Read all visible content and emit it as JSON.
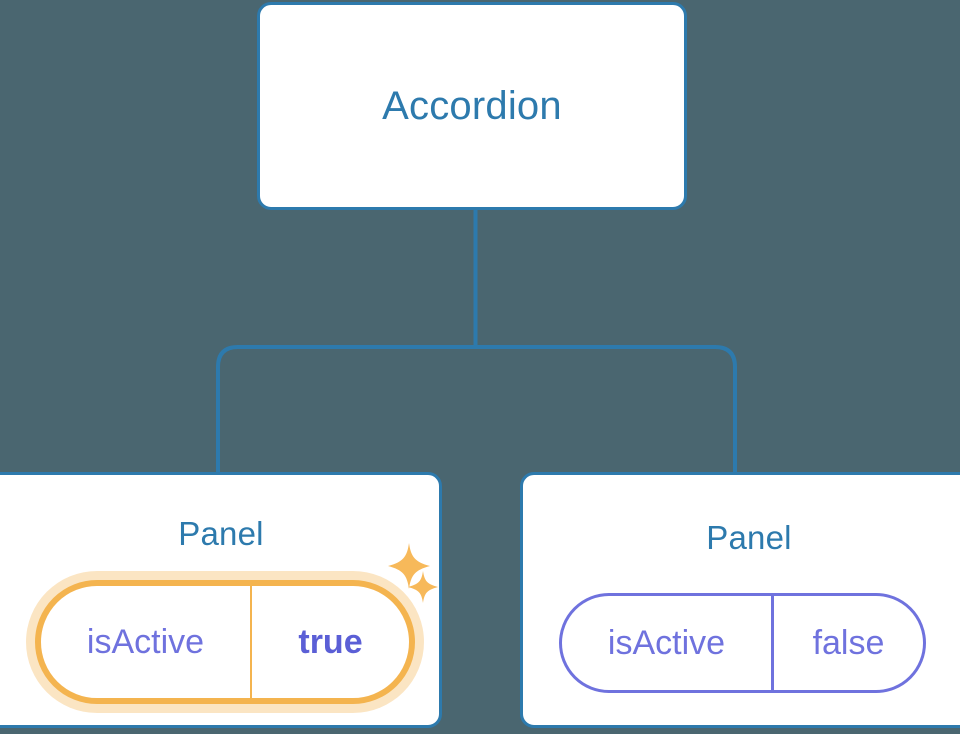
{
  "diagram": {
    "type": "component-tree",
    "background_color": "#4a6670",
    "node_border_color": "#2d7aad",
    "node_text_color": "#2d7aad",
    "connector_color": "#2d7aad",
    "highlight_color": "#f4b44f",
    "prop_text_color": "#6f72de",
    "root": {
      "label": "Accordion"
    },
    "children": [
      {
        "label": "Panel",
        "highlighted": true,
        "prop": {
          "key": "isActive",
          "value": "true"
        },
        "sparkles": [
          "sparkle-icon-large",
          "sparkle-icon-small"
        ]
      },
      {
        "label": "Panel",
        "highlighted": false,
        "prop": {
          "key": "isActive",
          "value": "false"
        }
      }
    ]
  }
}
